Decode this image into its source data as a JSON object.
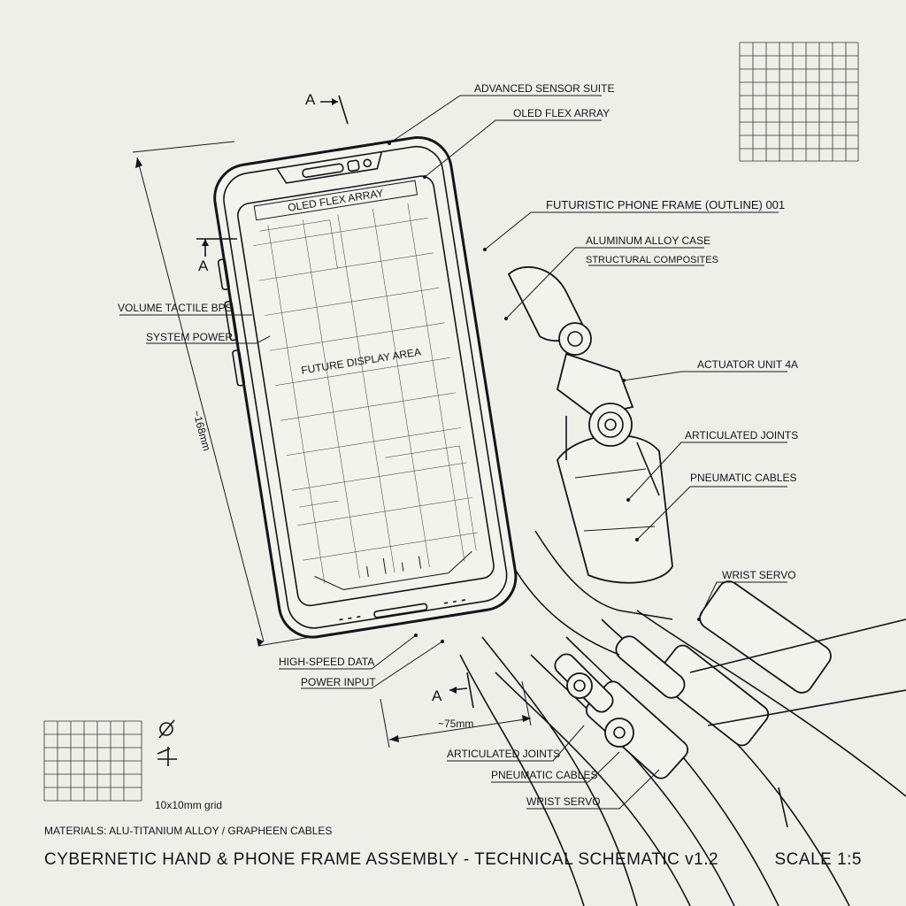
{
  "title": "CYBERNETIC HAND & PHONE FRAME ASSEMBLY - TECHNICAL SCHEMATIC v1.2",
  "scale": "SCALE 1:5",
  "materials": "MATERIALS: ALU-TITANIUM ALLOY / GRAPHEEN CABLES",
  "grid_note": "10x10mm grid",
  "section_marker": "A",
  "dimensions": {
    "height": "~168mm",
    "width": "~75mm"
  },
  "screen": {
    "header_label": "OLED FLEX ARRAY",
    "display_label": "FUTURE DISPLAY AREA"
  },
  "callouts_right": {
    "sensor_suite": "ADVANCED SENSOR SUITE",
    "oled_flex": "OLED FLEX ARRAY",
    "phone_frame": "FUTURISTIC PHONE FRAME (OUTLINE) 001",
    "alloy_case": "ALUMINUM ALLOY CASE",
    "composites": "STRUCTURAL COMPOSITES",
    "actuator": "ACTUATOR UNIT 4A",
    "joints": "ARTICULATED JOINTS",
    "cables": "PNEUMATIC CABLES",
    "servo": "WRIST SERVO"
  },
  "callouts_left": {
    "volume": "VOLUME TACTILE BPS",
    "power": "SYSTEM POWER"
  },
  "callouts_bottom": {
    "data": "HIGH-SPEED DATA",
    "power_input": "POWER INPUT",
    "joints": "ARTICULATED JOINTS",
    "cables": "PNEUMATIC CABLES",
    "servo": "WRIST SERVO"
  }
}
